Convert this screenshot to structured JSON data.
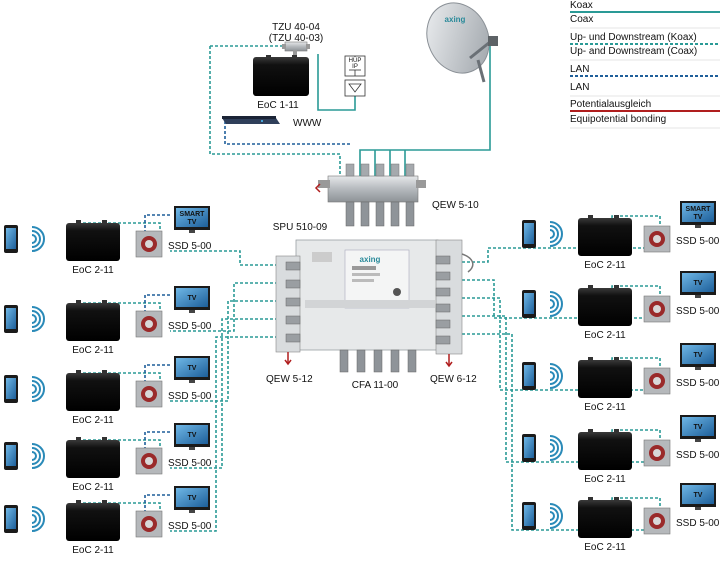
{
  "legend": {
    "items": [
      {
        "label": "Koax",
        "style": "solid",
        "color": "#2a9a96"
      },
      {
        "label": "Coax",
        "style": "none",
        "color": "#2a9a96"
      },
      {
        "label": "Up- und Downstream (Koax)",
        "style": "dashed",
        "color": "#2a9a96"
      },
      {
        "label": "Up- and Downstream (Coax)",
        "style": "none",
        "color": "#2a9a96"
      },
      {
        "label": "LAN",
        "style": "dashed",
        "color": "#1f5f9a"
      },
      {
        "label": "LAN",
        "style": "none",
        "color": "#1f5f9a"
      },
      {
        "label": "Potentialausgleich",
        "style": "solid",
        "color": "#b01e1e"
      },
      {
        "label": "Equipotential bonding",
        "style": "none",
        "color": "#b01e1e"
      }
    ]
  },
  "colors": {
    "coax": "#2a9a96",
    "lan": "#1f5f9a",
    "bonding": "#b01e1e",
    "device_dark": "#141414",
    "metal": "#b9bcbf"
  },
  "labels": {
    "tzu_top": "TZU 40-04",
    "tzu_bottom": "(TZU 40-03)",
    "eoc_master": "EoC 1-11",
    "www": "WWW",
    "hup_line1": "HÜP",
    "hup_line2": "IP",
    "qew_top": "QEW 5-10",
    "spu": "SPU 510-09",
    "qew_left": "QEW 5-12",
    "cfa": "CFA 11-00",
    "qew_right": "QEW 6-12",
    "dish_brand": "axing",
    "multiswitch_brand": "axing"
  },
  "left_units": [
    {
      "eoc": "EoC 2-11",
      "ssd": "SSD 5-00",
      "tv": "SMART\nTV"
    },
    {
      "eoc": "EoC 2-11",
      "ssd": "SSD 5-00",
      "tv": "TV"
    },
    {
      "eoc": "EoC 2-11",
      "ssd": "SSD 5-00",
      "tv": "TV"
    },
    {
      "eoc": "EoC 2-11",
      "ssd": "SSD 5-00",
      "tv": "TV"
    },
    {
      "eoc": "EoC 2-11",
      "ssd": "SSD 5-00",
      "tv": "TV"
    }
  ],
  "right_units": [
    {
      "eoc": "EoC 2-11",
      "ssd": "SSD 5-00",
      "tv": "SMART\nTV"
    },
    {
      "eoc": "EoC 2-11",
      "ssd": "SSD 5-00",
      "tv": "TV"
    },
    {
      "eoc": "EoC 2-11",
      "ssd": "SSD 5-00",
      "tv": "TV"
    },
    {
      "eoc": "EoC 2-11",
      "ssd": "SSD 5-00",
      "tv": "TV"
    },
    {
      "eoc": "EoC 2-11",
      "ssd": "SSD 5-00",
      "tv": "TV"
    }
  ]
}
